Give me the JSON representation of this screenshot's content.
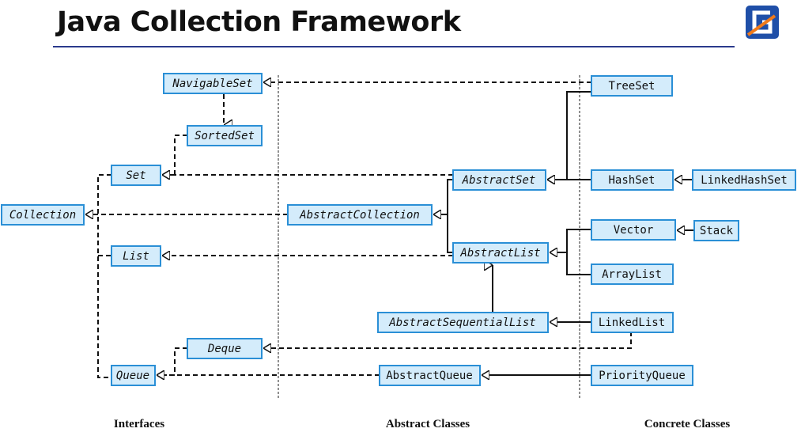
{
  "title": "Java Collection Framework",
  "colors": {
    "box_fill": "#d4ecfb",
    "box_border": "#2a8fd6",
    "logo_bg": "#1f4fa8",
    "logo_accent": "#f07a1a",
    "title_rule": "#2b3a8c"
  },
  "logo": {
    "icon": "g-logo-icon"
  },
  "columns": {
    "interfaces": "Interfaces",
    "abstract": "Abstract Classes",
    "concrete": "Concrete Classes"
  },
  "nodes": {
    "navigableset": "NavigableSet",
    "sortedset": "SortedSet",
    "set": "Set",
    "collection": "Collection",
    "list": "List",
    "deque": "Deque",
    "queue": "Queue",
    "abstractcollection": "AbstractCollection",
    "abstractset": "AbstractSet",
    "abstractlist": "AbstractList",
    "abstractsequentiallist": "AbstractSequentialList",
    "abstractqueue": "AbstractQueue",
    "treeset": "TreeSet",
    "hashset": "HashSet",
    "linkedhashset": "LinkedHashSet",
    "vector": "Vector",
    "stack": "Stack",
    "arraylist": "ArrayList",
    "linkedlist": "LinkedList",
    "priorityqueue": "PriorityQueue"
  }
}
